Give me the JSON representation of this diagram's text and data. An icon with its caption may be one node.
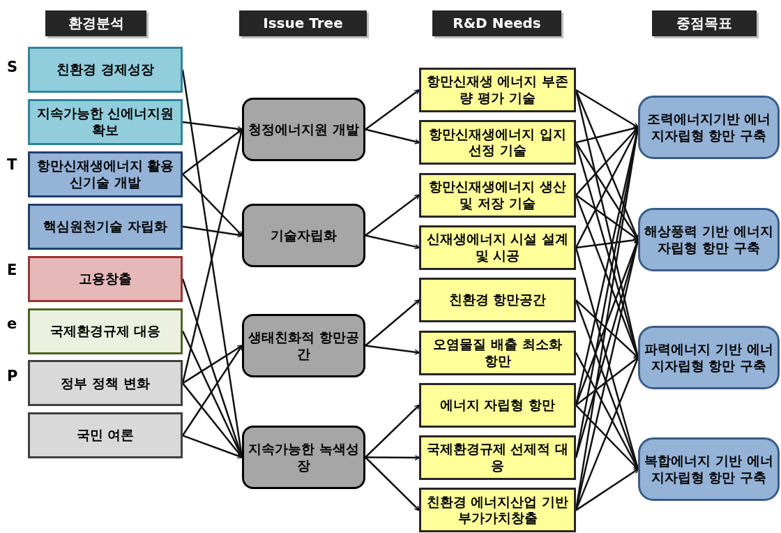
{
  "diagram": {
    "nodes": [
      {
        "text": [
          "환경분석"
        ]
      },
      {
        "text": [
          "Issue Tree"
        ]
      },
      {
        "text": [
          "R&D Needs"
        ]
      },
      {
        "text": [
          "중점목표"
        ]
      },
      {
        "text": [
          "친환경 경제성장"
        ]
      },
      {
        "text": [
          "지속가능한 신에너지원 확보"
        ]
      },
      {
        "text": [
          "항만신재생에너지 활용 신기술 개발"
        ]
      },
      {
        "text": [
          "핵심원천기술 자립화"
        ]
      },
      {
        "text": [
          "고용창출"
        ]
      },
      {
        "text": [
          "국제환경규제 대응"
        ]
      },
      {
        "text": [
          "정부 정책 변화"
        ]
      },
      {
        "text": [
          "국민 여론"
        ]
      },
      {
        "text": [
          "청정에너지원 개발"
        ]
      },
      {
        "text": [
          "기술자립화"
        ]
      },
      {
        "text": [
          "생태친화적 항만공간"
        ]
      },
      {
        "text": [
          "지속가능한 녹색성장"
        ]
      },
      {
        "text": [
          "항만신재생 에너지 부존량 평가 기술"
        ]
      },
      {
        "text": [
          "항만신재생에너지 입지선정 기술"
        ]
      },
      {
        "text": [
          "항만신재생에너지 생산 및 저장 기술"
        ]
      },
      {
        "text": [
          "신재생에너지 시설 설계 및 시공"
        ]
      },
      {
        "text": [
          "친환경 항만공간"
        ]
      },
      {
        "text": [
          "오염물질 배출 최소화 항만"
        ]
      },
      {
        "text": [
          "에너지 자립형 항만"
        ]
      },
      {
        "text": [
          "국제환경규제 선제적 대응"
        ]
      },
      {
        "text": [
          "친환경 에너지산업 기반 부가가치창출"
        ]
      },
      {
        "text": [
          "조력에너지기반 에너지자립형 항만 구축"
        ]
      },
      {
        "text": [
          "해상풍력 기반 에너지자립형 항만 구축"
        ]
      },
      {
        "text": [
          "파력에너지 기반 에너지자립형 항만 구축"
        ]
      },
      {
        "text": [
          "복합에너지 기반 에너지자립형 항만 구축"
        ]
      }
    ],
    "edges": [
      {
        "from": 4,
        "to": 15,
        "arrow": "to"
      },
      {
        "from": 5,
        "to": 12,
        "arrow": "to"
      },
      {
        "from": 6,
        "to": 12,
        "arrow": "to"
      },
      {
        "from": 6,
        "to": 13,
        "arrow": "to"
      },
      {
        "from": 7,
        "to": 13,
        "arrow": "to"
      },
      {
        "from": 8,
        "to": 15,
        "arrow": "to"
      },
      {
        "from": 9,
        "to": 15,
        "arrow": "to"
      },
      {
        "from": 10,
        "to": 12,
        "arrow": "to"
      },
      {
        "from": 10,
        "to": 14,
        "arrow": "to"
      },
      {
        "from": 10,
        "to": 15,
        "arrow": "to"
      },
      {
        "from": 11,
        "to": 14,
        "arrow": "to"
      },
      {
        "from": 11,
        "to": 15,
        "arrow": "to"
      },
      {
        "from": 12,
        "to": 16,
        "arrow": "to"
      },
      {
        "from": 12,
        "to": 17,
        "arrow": "to"
      },
      {
        "from": 13,
        "to": 18,
        "arrow": "to"
      },
      {
        "from": 13,
        "to": 19,
        "arrow": "to"
      },
      {
        "from": 14,
        "to": 20,
        "arrow": "to"
      },
      {
        "from": 14,
        "to": 21,
        "arrow": "to"
      },
      {
        "from": 15,
        "to": 22,
        "arrow": "to"
      },
      {
        "from": 15,
        "to": 23,
        "arrow": "to"
      },
      {
        "from": 15,
        "to": 24,
        "arrow": "to"
      },
      {
        "from": 16,
        "to": 25,
        "arrow": "to"
      },
      {
        "from": 16,
        "to": 26,
        "arrow": "to"
      },
      {
        "from": 16,
        "to": 27,
        "arrow": "to"
      },
      {
        "from": 17,
        "to": 25,
        "arrow": "to"
      },
      {
        "from": 17,
        "to": 26,
        "arrow": "to"
      },
      {
        "from": 17,
        "to": 27,
        "arrow": "to"
      },
      {
        "from": 18,
        "to": 25,
        "arrow": "to"
      },
      {
        "from": 18,
        "to": 26,
        "arrow": "to"
      },
      {
        "from": 18,
        "to": 27,
        "arrow": "to"
      },
      {
        "from": 19,
        "to": 25,
        "arrow": "to"
      },
      {
        "from": 19,
        "to": 26,
        "arrow": "to"
      },
      {
        "from": 19,
        "to": 28,
        "arrow": "to"
      },
      {
        "from": 20,
        "to": 27,
        "arrow": "to"
      },
      {
        "from": 20,
        "to": 28,
        "arrow": "to"
      },
      {
        "from": 21,
        "to": 28,
        "arrow": "to"
      },
      {
        "from": 22,
        "to": 25,
        "arrow": "to"
      },
      {
        "from": 22,
        "to": 26,
        "arrow": "to"
      },
      {
        "from": 22,
        "to": 27,
        "arrow": "to"
      },
      {
        "from": 22,
        "to": 28,
        "arrow": "to"
      },
      {
        "from": 23,
        "to": 25,
        "arrow": "to"
      },
      {
        "from": 23,
        "to": 26,
        "arrow": "to"
      },
      {
        "from": 24,
        "to": 25,
        "arrow": "to"
      },
      {
        "from": 24,
        "to": 26,
        "arrow": "to"
      },
      {
        "from": 24,
        "to": 27,
        "arrow": "to"
      },
      {
        "from": 24,
        "to": 28,
        "arrow": "to"
      }
    ],
    "labels": [
      "S",
      "T",
      "E",
      "e",
      "P"
    ]
  }
}
